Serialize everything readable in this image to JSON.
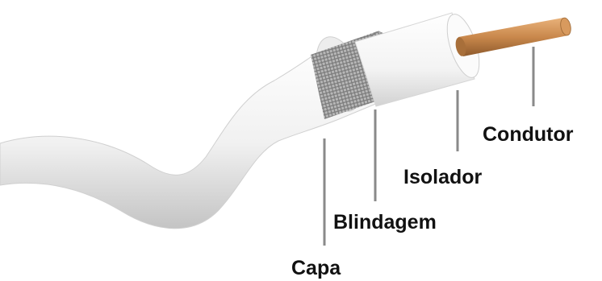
{
  "diagram": {
    "labels": {
      "condutor": "Condutor",
      "isolador": "Isolador",
      "blindagem": "Blindagem",
      "capa": "Capa"
    },
    "colors": {
      "jacket": "#f2f2f2",
      "jacket_shadow": "#bdbdbd",
      "insulator": "#f7f7f7",
      "shield": "#9a9a9a",
      "conductor": "#c98a4f",
      "leader_line": "#8a8a8a",
      "label_text": "#111111"
    }
  }
}
